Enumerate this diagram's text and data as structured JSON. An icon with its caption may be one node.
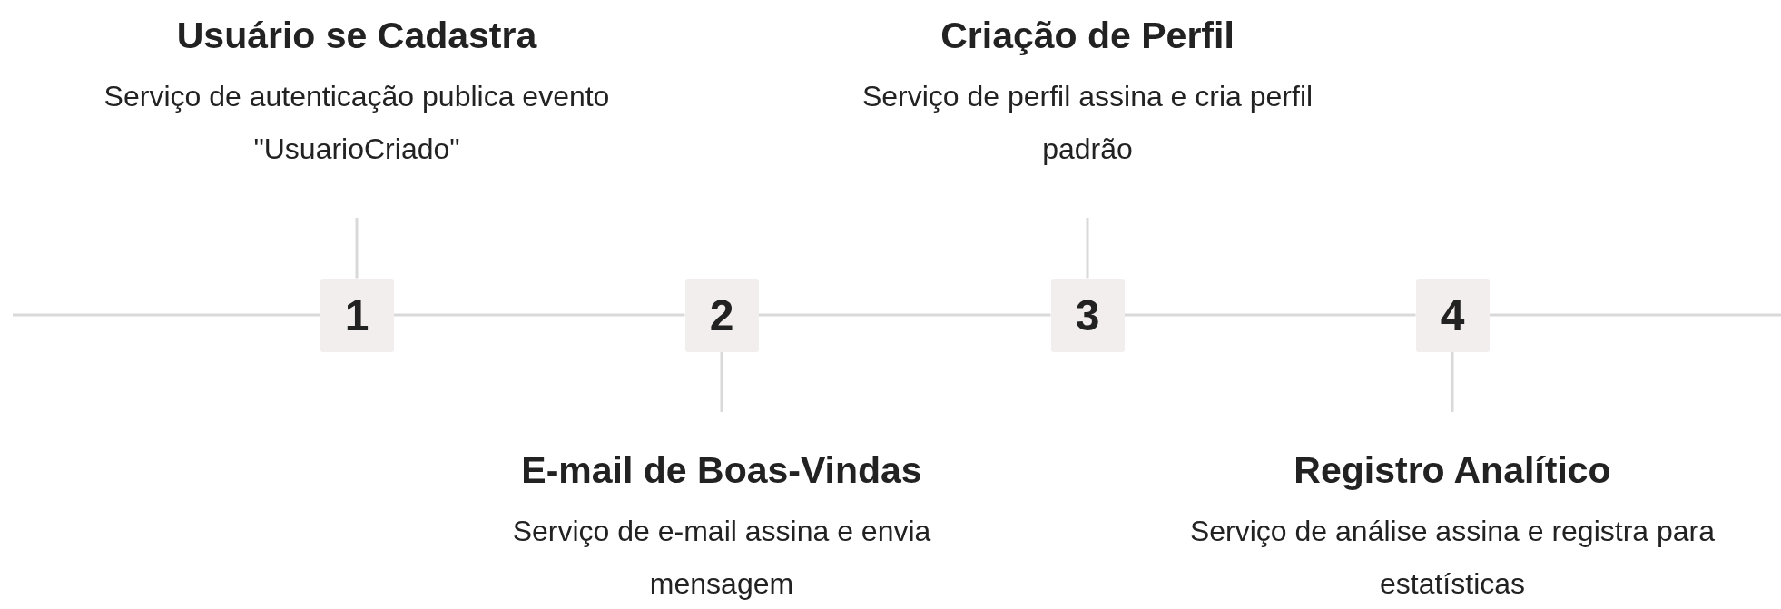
{
  "diagram": {
    "nodes": [
      {
        "text": [
          "Usuário se Cadastra",
          "Serviço de autenticação publica evento \"UsuarioCriado\""
        ]
      },
      {
        "text": [
          "Criação de Perfil",
          "Serviço de perfil assina e cria perfil padrão"
        ]
      },
      {
        "text": [
          "1"
        ]
      },
      {
        "text": [
          "2"
        ]
      },
      {
        "text": [
          "3"
        ]
      },
      {
        "text": [
          "4"
        ]
      },
      {
        "text": [
          "E-mail de Boas-Vindas",
          "Serviço de e-mail assina e envia mensagem"
        ]
      },
      {
        "text": [
          "Registro Analítico",
          "Serviço de análise assina e registra para estatísticas"
        ]
      }
    ],
    "edges": [
      {
        "from": null,
        "to": 2,
        "arrow": "none"
      },
      {
        "from": 2,
        "to": 3,
        "arrow": "none"
      },
      {
        "from": 3,
        "to": 4,
        "arrow": "none"
      },
      {
        "from": 4,
        "to": 5,
        "arrow": "none"
      },
      {
        "from": 5,
        "to": null,
        "arrow": "none"
      },
      {
        "from": 0,
        "to": 2,
        "arrow": "none"
      },
      {
        "from": 1,
        "to": 4,
        "arrow": "none"
      },
      {
        "from": 3,
        "to": 6,
        "arrow": "none"
      },
      {
        "from": 5,
        "to": 7,
        "arrow": "none"
      }
    ]
  }
}
